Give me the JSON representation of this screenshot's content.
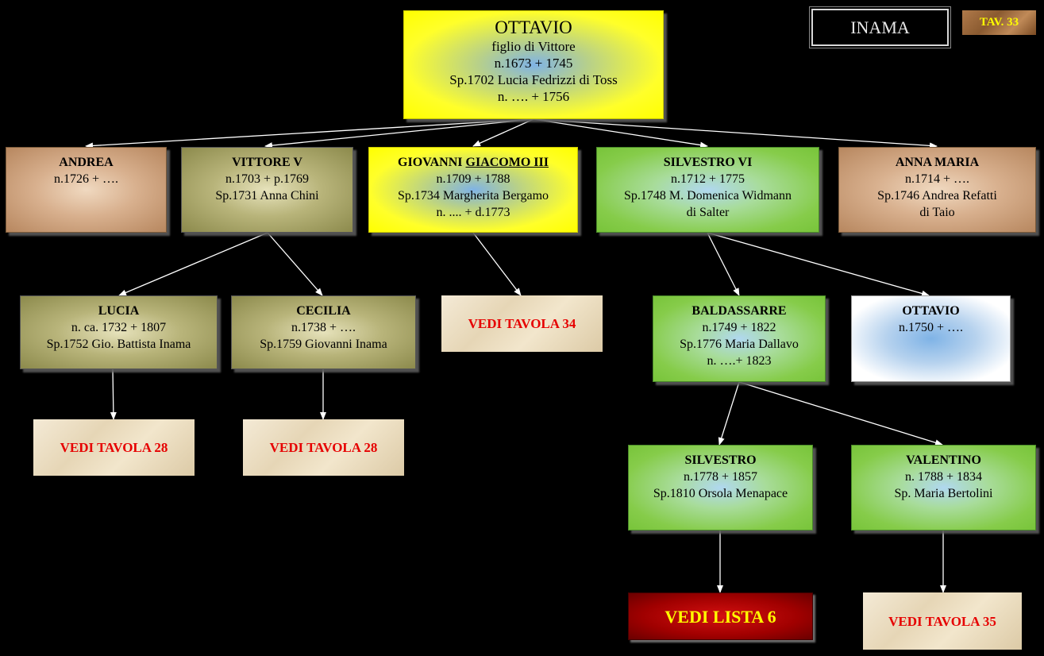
{
  "header": {
    "title": "INAMA",
    "tav": "TAV. 33"
  },
  "root": {
    "name": "OTTAVIO",
    "lines": [
      "figlio di Vittore",
      "n.1673  + 1745",
      "Sp.1702 Lucia Fedrizzi di Toss",
      "n. …. + 1756"
    ]
  },
  "children": [
    {
      "name": "ANDREA",
      "lines": [
        "n.1726 + …."
      ]
    },
    {
      "name": "VITTORE V",
      "lines": [
        "n.1703  + p.1769",
        "Sp.1731 Anna Chini"
      ]
    },
    {
      "name_prefix": "GIOVANNI ",
      "name_underlined": "GIACOMO III",
      "lines": [
        "n.1709  + 1788",
        "Sp.1734 Margherita Bergamo",
        "n. ....  + d.1773"
      ]
    },
    {
      "name": "SILVESTRO VI",
      "lines": [
        "n.1712  + 1775",
        "Sp.1748 M. Domenica Widmann",
        "di Salter"
      ]
    },
    {
      "name": "ANNA MARIA",
      "lines": [
        "n.1714  + ….",
        "Sp.1746 Andrea Refatti",
        "di Taio"
      ]
    }
  ],
  "grandchildren": [
    {
      "name": "LUCIA",
      "lines": [
        "n. ca. 1732 + 1807",
        "Sp.1752 Gio. Battista Inama"
      ]
    },
    {
      "name": "CECILIA",
      "lines": [
        "n.1738 + ….",
        "Sp.1759 Giovanni Inama"
      ]
    },
    {
      "name": "BALDASSARRE",
      "lines": [
        "n.1749  + 1822",
        "Sp.1776 Maria Dallavo",
        "n. ….+ 1823"
      ]
    },
    {
      "name": "OTTAVIO",
      "lines": [
        "n.1750 + …."
      ]
    }
  ],
  "great_grandchildren": [
    {
      "name": "SILVESTRO",
      "lines": [
        "n.1778  + 1857",
        "Sp.1810 Orsola Menapace"
      ]
    },
    {
      "name": "VALENTINO",
      "lines": [
        "n. 1788  + 1834",
        "Sp. Maria Bertolini"
      ]
    }
  ],
  "references": {
    "giovanni": "VEDI TAVOLA  34",
    "lucia": "VEDI TAVOLA  28",
    "cecilia": "VEDI TAVOLA  28",
    "silvestro": "VEDI LISTA 6",
    "valentino": "VEDI TAVOLA  35"
  },
  "colors": {
    "background": "#000000",
    "connector": "#ffffff",
    "reference_text": "#e60000",
    "list_text": "#ffff00"
  }
}
